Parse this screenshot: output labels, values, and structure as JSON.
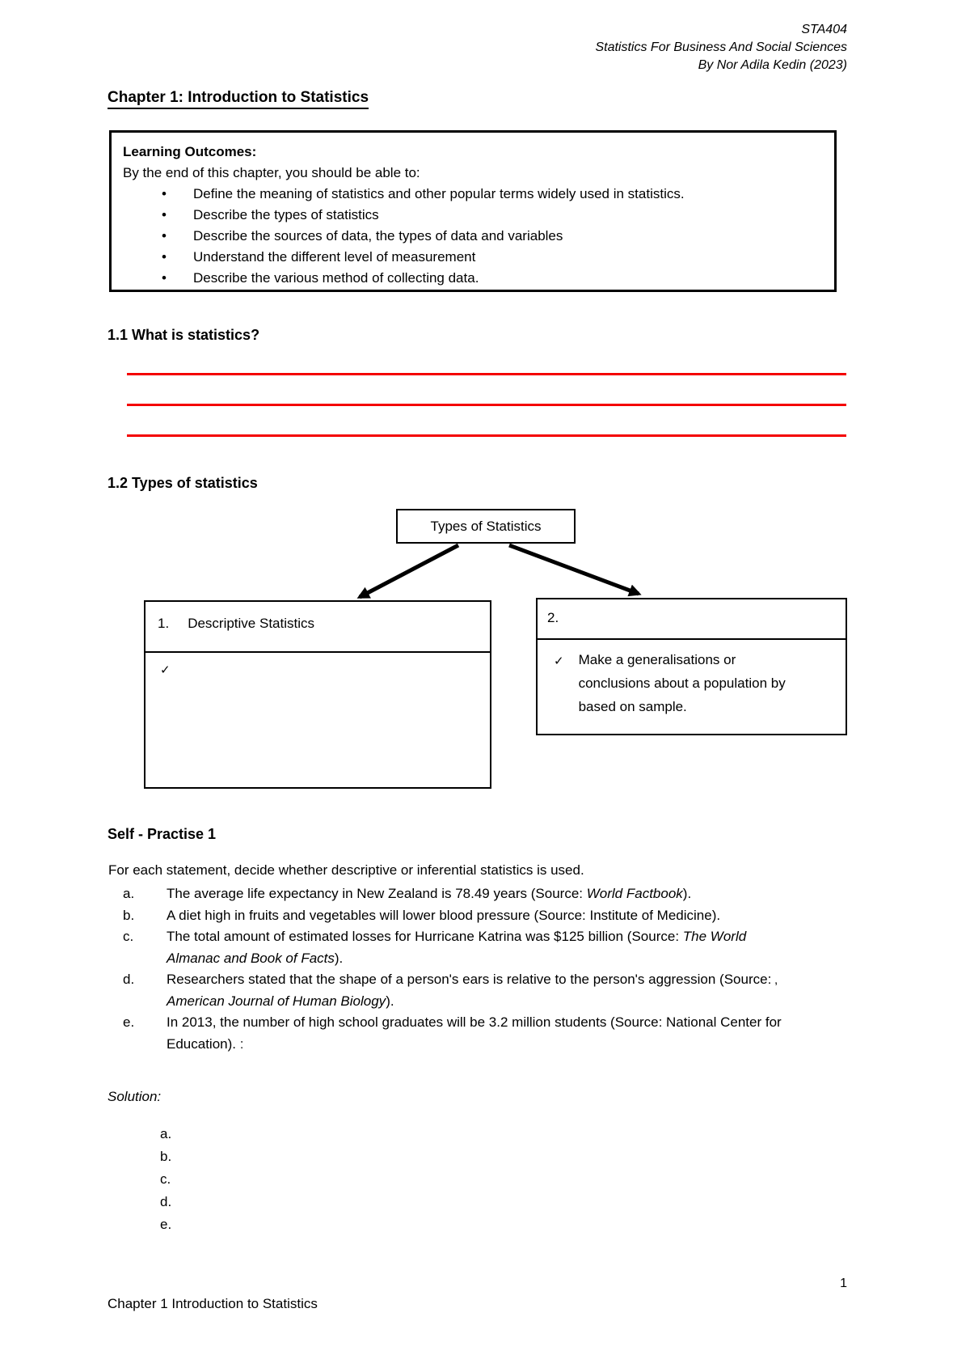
{
  "header": {
    "course_code": "STA404",
    "course_title": "Statistics For Business And Social Sciences",
    "author_line": "By Nor Adila Kedin (2023)"
  },
  "page_title": "Chapter 1: Introduction to Statistics",
  "learning_outcomes": {
    "title": "Learning Outcomes:",
    "intro": "By the end of this chapter, you should be able to:",
    "bullets": [
      "Define the meaning of statistics and other popular terms widely used in statistics.",
      "Describe the types of statistics",
      "Describe the sources of data, the types of data and variables",
      "Understand the different level of measurement",
      "Describe the various method of collecting data."
    ]
  },
  "section_1_1": {
    "heading": "1.1 What is statistics?",
    "blank_line_count": 3
  },
  "section_1_2": {
    "heading": "1.2 Types of statistics",
    "diagram": {
      "root_label": "Types of Statistics",
      "left_box": {
        "number": "1.",
        "title": "Descriptive Statistics",
        "checkmark": "✓",
        "body": ""
      },
      "right_box": {
        "number": "2.",
        "title": "",
        "checkmark": "✓",
        "body": "Make a generalisations or conclusions about a population by based on sample."
      }
    }
  },
  "self_practise": {
    "heading": "Self - Practise 1",
    "intro": "For each statement, decide whether descriptive or inferential statistics is used.",
    "items": [
      {
        "letter": "a.",
        "before": "The average life expectancy in New Zealand is 78.49 years (Source: ",
        "source": "World Factbook",
        "after": ")."
      },
      {
        "letter": "b.",
        "before": "A diet high in fruits and vegetables will lower blood pressure (Source: Institute of Medicine).",
        "source": "",
        "after": ""
      },
      {
        "letter": "c.",
        "before": "The total amount of estimated losses for Hurricane Katrina was $125 billion (Source: ",
        "source": "The World Almanac and Book of Facts",
        "after": ")."
      },
      {
        "letter": "d.",
        "before": "Researchers stated that the shape of a person's ears is relative to the person's aggression (Source: ",
        "source": "American Journal of Human Biology",
        "after": ")."
      },
      {
        "letter": "e.",
        "before": "In 2013, the number of high school graduates will be 3.2 million students (Source: National Center for Education).",
        "source": "",
        "after": " :"
      }
    ]
  },
  "solution": {
    "heading": "Solution:",
    "letters": [
      "a.",
      "b.",
      "c.",
      "d.",
      "e."
    ]
  },
  "stray_marks": {
    "right_margin": ","
  },
  "footer": {
    "footer_text": "Chapter 1 Introduction to Statistics",
    "page_number": "1"
  },
  "colors": {
    "blank_line_red": "#f40000",
    "text": "#000000",
    "border": "#000000"
  }
}
